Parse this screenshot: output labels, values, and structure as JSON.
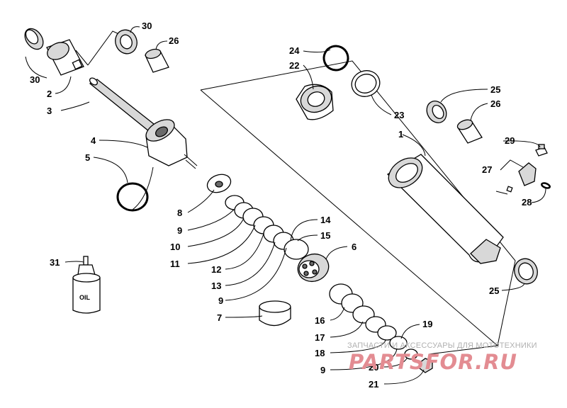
{
  "diagram": {
    "labels": {
      "n30a": "30",
      "n26a": "26",
      "n30b": "30",
      "n2": "2",
      "n3": "3",
      "n4": "4",
      "n5": "5",
      "n8": "8",
      "n9a": "9",
      "n10": "10",
      "n11": "11",
      "n12": "12",
      "n13": "13",
      "n9b": "9",
      "n7": "7",
      "n14": "14",
      "n15": "15",
      "n6": "6",
      "n16": "16",
      "n17": "17",
      "n18": "18",
      "n9c": "9",
      "n19": "19",
      "n20": "20",
      "n21": "21",
      "n24": "24",
      "n22": "22",
      "n23": "23",
      "n1": "1",
      "n25a": "25",
      "n26b": "26",
      "n29": "29",
      "n27": "27",
      "n28": "28",
      "n25b": "25",
      "n31": "31"
    },
    "bottle_label": "OIL"
  },
  "watermark": {
    "caption": "ЗАПЧАСТИ И АКСЕССУАРЫ ДЛЯ МОТОТЕХНИКИ",
    "logo": "PARTSFOR.RU"
  }
}
